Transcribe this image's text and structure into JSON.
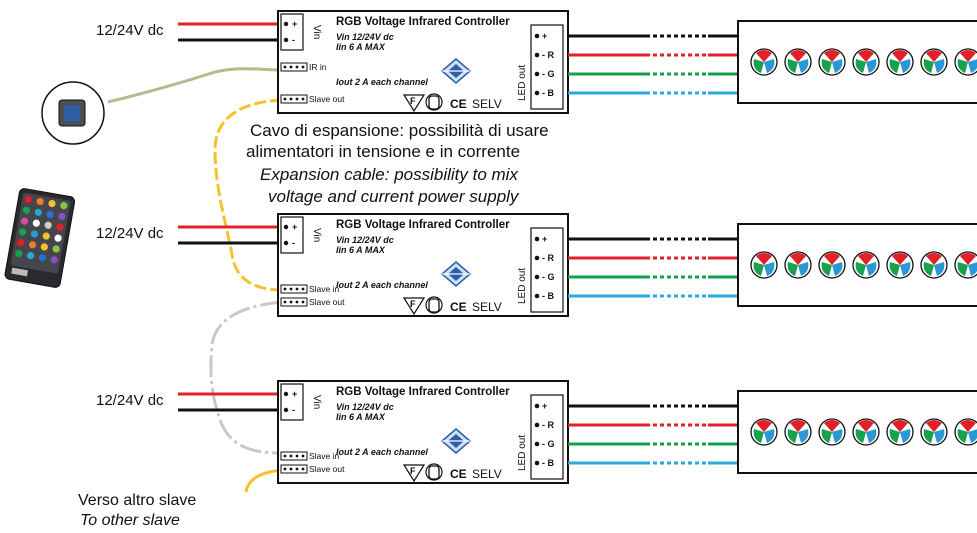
{
  "controller": {
    "title": "RGB Voltage Infrared Controller",
    "vin_spec": "Vin  12/24V dc",
    "iin_spec": "Iin  6 A MAX",
    "iout_spec": "Iout 2 A each channel",
    "vin_label": "Vin",
    "led_out_label": "LED out",
    "ir_in_label": "IR in",
    "slave_in_label": "Slave in",
    "slave_out_label": "Slave out",
    "plus": "+",
    "minus": "-",
    "pin_plus": "+",
    "pin_r": "- R",
    "pin_g": "- G",
    "pin_b": "- B",
    "ce_mark": "CE",
    "selv_mark": "SELV",
    "f_mark": "F"
  },
  "supply_label": "12/24V dc",
  "expansion_caption": {
    "it_line1": "Cavo di espansione: possibilità di usare",
    "it_line2": "alimentatori in tensione e in corrente",
    "en_line1": "Expansion cable: possibility to mix",
    "en_line2": "voltage and current power supply"
  },
  "other_slave": {
    "it": "Verso altro slave",
    "en": "To other slave"
  },
  "colors": {
    "red": "#e2202a",
    "green": "#14a04b",
    "blue": "#29a9df",
    "black": "#111111",
    "yellow": "#f6c12e",
    "grey": "#c8c8c8",
    "olive": "#b9b98f",
    "led_red": "#e2202a",
    "led_green": "#17a24c",
    "led_blue": "#2b98d6"
  }
}
